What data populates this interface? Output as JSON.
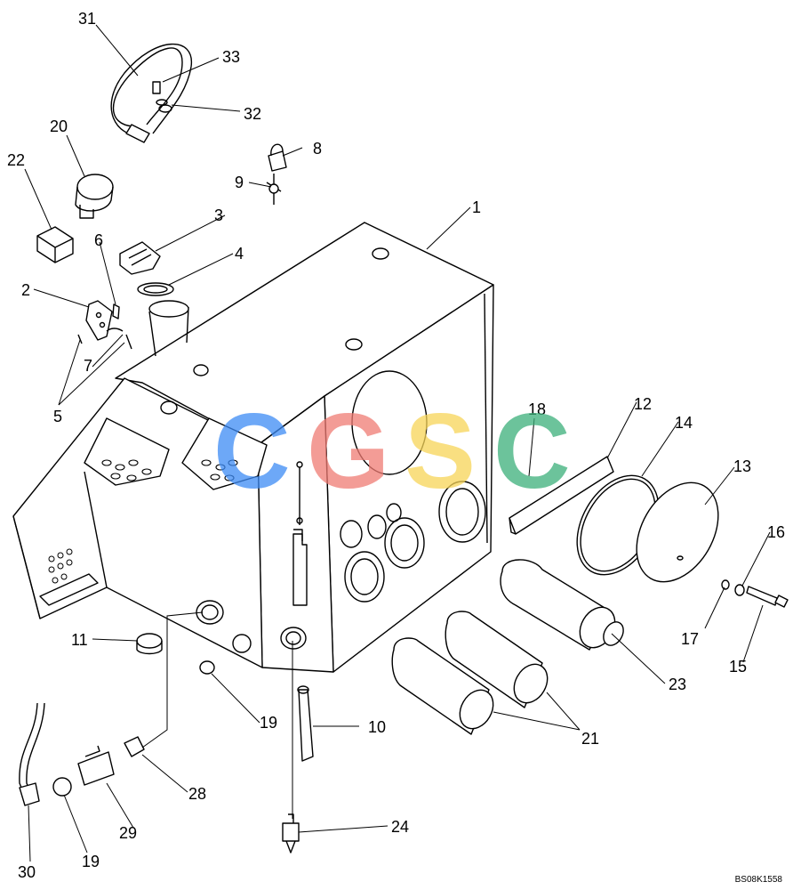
{
  "callouts": [
    "1",
    "2",
    "3",
    "4",
    "5",
    "6",
    "7",
    "8",
    "9",
    "10",
    "11",
    "12",
    "13",
    "14",
    "15",
    "16",
    "17",
    "18",
    "19",
    "19",
    "20",
    "21",
    "22",
    "23",
    "24",
    "28",
    "29",
    "30",
    "31",
    "32",
    "33"
  ],
  "drawing_ref": "BS08K1558",
  "watermark": {
    "letters": [
      "C",
      "G",
      "S",
      "C"
    ],
    "colors": [
      "#3d8bf5",
      "#f07b73",
      "#f7d558",
      "#3bb07a"
    ]
  }
}
